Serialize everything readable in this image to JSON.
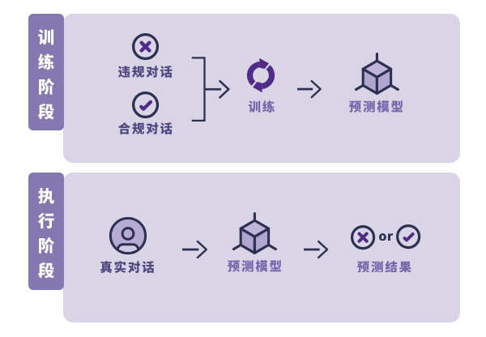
{
  "theme": {
    "page_bg": "#ffffff",
    "panel_bg": "#d9d4e6",
    "phase_bar_bg": "#8478b1",
    "phase_bar_text": "#ffffff",
    "ink": "#2d3050",
    "accent": "#4e2c87",
    "label_dark": "#4f4880",
    "label_purple": "#7567ab",
    "cube_top": "#bfb5db",
    "cube_side": "#b1a6d0",
    "avatar_fill": "#b5abd3",
    "avatar_shoulder": "#d0c9e3"
  },
  "training_phase": {
    "phase_label": "训练阶段",
    "inputs": [
      {
        "icon": "circled-x-icon",
        "label": "违规对话"
      },
      {
        "icon": "circled-check-icon",
        "label": "合规对话"
      }
    ],
    "process": {
      "icon": "refresh-cycle-icon",
      "label": "训练"
    },
    "output": {
      "icon": "cube-model-icon",
      "label": "预测模型"
    }
  },
  "execution_phase": {
    "phase_label": "执行阶段",
    "input": {
      "icon": "user-avatar-icon",
      "label": "真实对话"
    },
    "model": {
      "icon": "cube-model-icon",
      "label": "预测模型"
    },
    "result": {
      "icon_left": "circled-x-icon",
      "connector": "or",
      "icon_right": "circled-check-icon",
      "label": "预测结果"
    }
  }
}
